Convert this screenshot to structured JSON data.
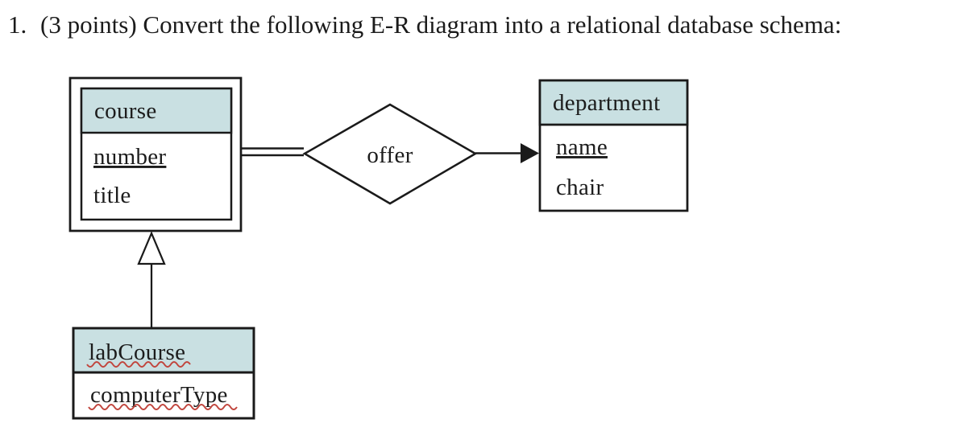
{
  "question": {
    "number": "1.",
    "text": "(3 points) Convert the following E-R diagram into a relational database schema:"
  },
  "colors": {
    "entity_header_fill": "#c9e0e2",
    "line": "#1a1a1a",
    "text": "#1c1c1c",
    "spellcheck_underline": "#c1463e",
    "background": "#ffffff"
  },
  "diagram": {
    "type": "er-diagram",
    "course": {
      "title": "course",
      "key_attribute": "number",
      "attribute": "title",
      "border": "double",
      "key_underlined": true
    },
    "offer": {
      "label": "offer",
      "shape": "diamond",
      "left_connection": "double-line to course",
      "right_connection": "arrow into department"
    },
    "department": {
      "title": "department",
      "key_attribute": "name",
      "attribute": "chair",
      "key_underlined": true
    },
    "labCourse": {
      "title": "labCourse",
      "attribute": "computerType",
      "connection": "isa hollow-triangle arrow up to course",
      "spellcheck_squiggle_on": [
        "labCourse",
        "computerType"
      ]
    }
  }
}
